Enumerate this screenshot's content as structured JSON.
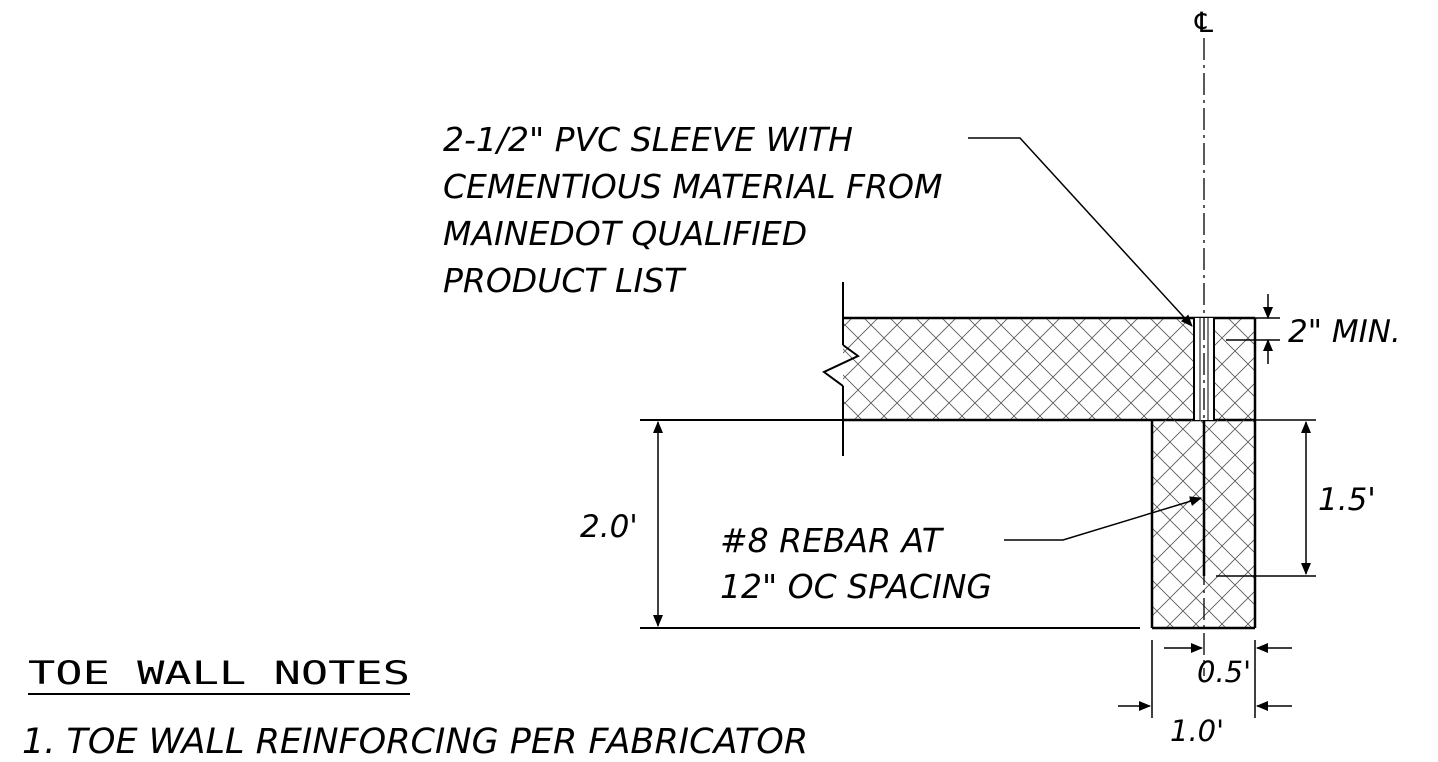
{
  "centerline_symbol": "℄",
  "callouts": {
    "pvc_sleeve": [
      "2-1/2\" PVC SLEEVE WITH",
      "CEMENTIOUS MATERIAL FROM",
      "MAINEDOT QUALIFIED",
      "PRODUCT LIST"
    ],
    "rebar": [
      "#8 REBAR AT",
      "12\" OC SPACING"
    ]
  },
  "dimensions": {
    "cover": "2\" MIN.",
    "wall_height": "2.0'",
    "rebar_embed": "1.5'",
    "rebar_offset": "0.5'",
    "wall_width": "1.0'"
  },
  "notes": {
    "title": "TOE WALL NOTES",
    "items": [
      "1. TOE WALL REINFORCING PER FABRICATOR"
    ]
  },
  "colors": {
    "line": "#000000",
    "hatch": "#444444",
    "background": "#ffffff"
  }
}
